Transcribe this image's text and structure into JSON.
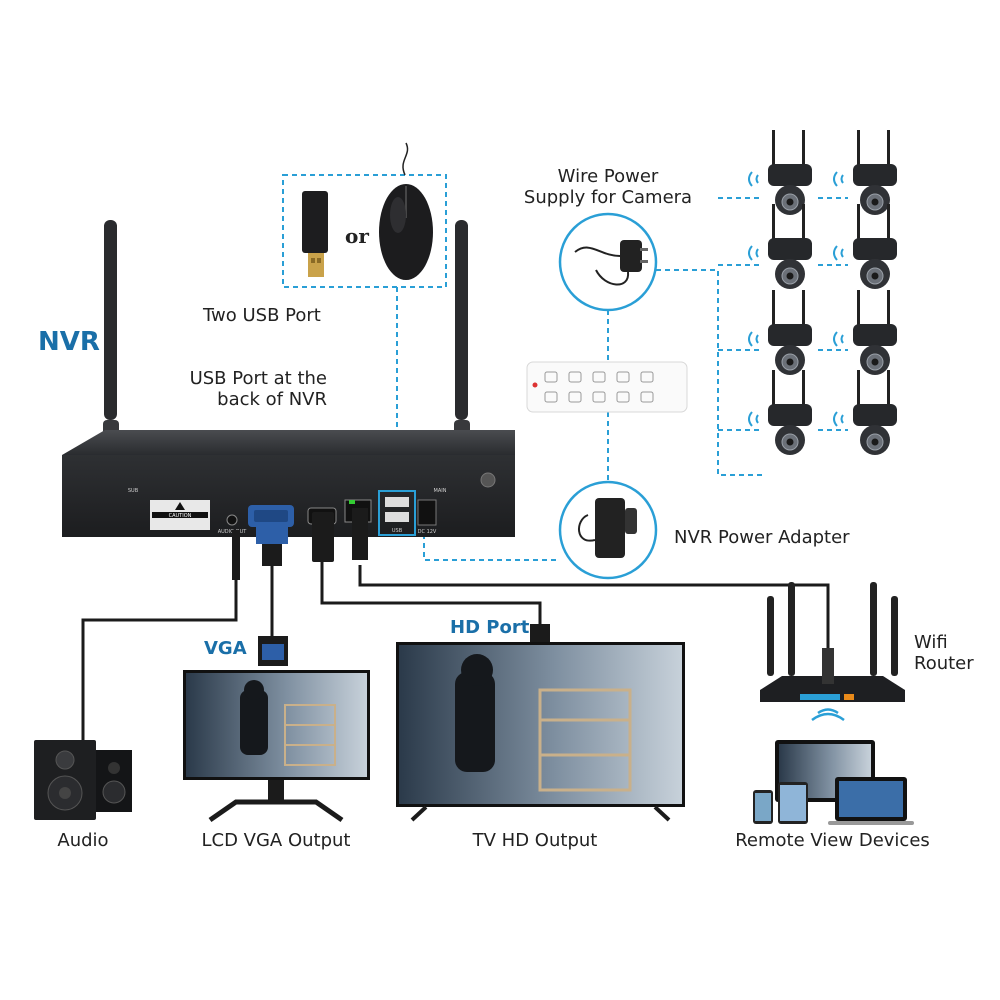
{
  "labels": {
    "nvr": "NVR",
    "two_usb_port": "Two USB Port",
    "usb_back_line1": "USB Port at the",
    "usb_back_line2": "back of NVR",
    "or": "or",
    "wire_power_line1": "Wire Power",
    "wire_power_line2": "Supply for Camera",
    "nvr_power_adapter": "NVR Power Adapter",
    "wifi_line1": "Wifi",
    "wifi_line2": "Router",
    "vga": "VGA",
    "hd_port": "HD Port",
    "audio": "Audio",
    "lcd_vga_output": "LCD VGA Output",
    "tv_hd_output": "TV HD Output",
    "remote_view_devices": "Remote View Devices"
  },
  "nvr_panel": {
    "caution": "CAUTION",
    "audio_out": "AUDIO OUT",
    "usb": "USB",
    "dc12v": "DC 12V",
    "sub": "SUB",
    "main": "MAIN"
  },
  "colors": {
    "accent_blue": "#1a6fa8",
    "dashed_line": "#2a9fd6",
    "device_dark": "#2b2d30"
  },
  "icons": [
    "usb-dongle-icon",
    "mouse-icon",
    "power-plug-icon",
    "power-strip-icon",
    "camera-icon",
    "router-icon",
    "speaker-icon",
    "monitor-icon",
    "tv-icon",
    "laptop-icon",
    "phone-icon"
  ]
}
